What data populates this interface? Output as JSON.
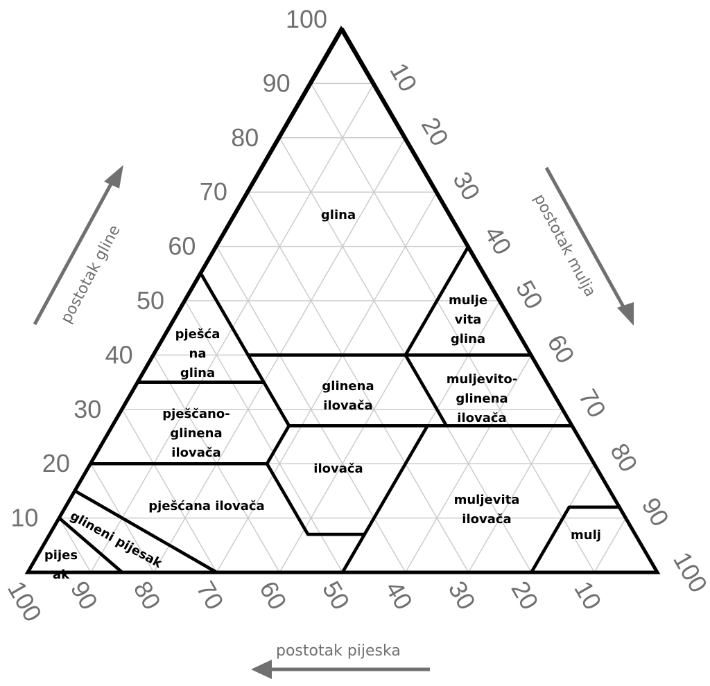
{
  "chart_data": {
    "type": "ternary",
    "axes": {
      "clay": {
        "title": "postotak gline",
        "ticks": [
          10,
          20,
          30,
          40,
          50,
          60,
          70,
          80,
          90,
          100
        ]
      },
      "silt": {
        "title": "postotak mulja",
        "ticks": [
          10,
          20,
          30,
          40,
          50,
          60,
          70,
          80,
          90,
          100
        ]
      },
      "sand": {
        "title": "postotak pijeska",
        "ticks": [
          100,
          90,
          80,
          70,
          60,
          50,
          40,
          30,
          20,
          10
        ]
      }
    },
    "grid": true,
    "regions": [
      {
        "id": "clay",
        "lines": [
          "glina"
        ],
        "vertices": [
          [
            0,
            100
          ],
          [
            0,
            60
          ],
          [
            20,
            40
          ],
          [
            45,
            40
          ],
          [
            45,
            55
          ]
        ]
      },
      {
        "id": "sandy-clay",
        "lines": [
          "pješća",
          "na",
          "glina"
        ],
        "vertices": [
          [
            45,
            55
          ],
          [
            45,
            35
          ],
          [
            65,
            35
          ]
        ]
      },
      {
        "id": "silty-clay",
        "lines": [
          "mulje",
          "vita",
          "glina"
        ],
        "vertices": [
          [
            0,
            60
          ],
          [
            0,
            40
          ],
          [
            20,
            40
          ]
        ]
      },
      {
        "id": "clay-loam",
        "lines": [
          "glinena",
          "ilovača"
        ],
        "vertices": [
          [
            20,
            40
          ],
          [
            45,
            40
          ],
          [
            45,
            27
          ],
          [
            20,
            27
          ]
        ]
      },
      {
        "id": "silty-clay-loam",
        "lines": [
          "muljevito-",
          "glinena",
          "ilovača"
        ],
        "vertices": [
          [
            0,
            40
          ],
          [
            20,
            40
          ],
          [
            20,
            27
          ],
          [
            0,
            27
          ]
        ]
      },
      {
        "id": "sandy-clay-loam",
        "lines": [
          "pješčano-",
          "glinena",
          "ilovača"
        ],
        "vertices": [
          [
            45,
            35
          ],
          [
            65,
            35
          ],
          [
            80,
            20
          ],
          [
            52,
            20
          ],
          [
            45,
            27
          ]
        ]
      },
      {
        "id": "loam",
        "lines": [
          "ilovača"
        ],
        "vertices": [
          [
            23,
            27
          ],
          [
            45,
            27
          ],
          [
            52,
            20
          ],
          [
            52,
            7
          ],
          [
            43,
            7
          ]
        ]
      },
      {
        "id": "silt-loam",
        "lines": [
          "muljevita",
          "ilovača"
        ],
        "vertices": [
          [
            0,
            27
          ],
          [
            23,
            27
          ],
          [
            50,
            0
          ],
          [
            20,
            0
          ],
          [
            8,
            12
          ],
          [
            0,
            12
          ]
        ]
      },
      {
        "id": "silt",
        "lines": [
          "mulj"
        ],
        "vertices": [
          [
            0,
            12
          ],
          [
            8,
            12
          ],
          [
            20,
            0
          ],
          [
            0,
            0
          ]
        ]
      },
      {
        "id": "sandy-loam",
        "lines": [
          "pješćana ilovača"
        ],
        "vertices": [
          [
            52,
            20
          ],
          [
            80,
            20
          ],
          [
            85,
            15
          ],
          [
            70,
            0
          ],
          [
            50,
            0
          ],
          [
            43,
            7
          ],
          [
            52,
            7
          ]
        ]
      },
      {
        "id": "loamy-sand",
        "lines": [
          "glineni pijesak"
        ],
        "vertices": [
          [
            85,
            15
          ],
          [
            70,
            0
          ],
          [
            85,
            0
          ],
          [
            90,
            10
          ]
        ]
      },
      {
        "id": "sand",
        "lines": [
          "pijes",
          "ak"
        ],
        "vertices": [
          [
            90,
            10
          ],
          [
            85,
            0
          ],
          [
            100,
            0
          ]
        ]
      }
    ]
  },
  "colors": {
    "grid": "#cccccc",
    "boundary": "#000000",
    "tick": "#707070",
    "arrow": "#707070"
  }
}
